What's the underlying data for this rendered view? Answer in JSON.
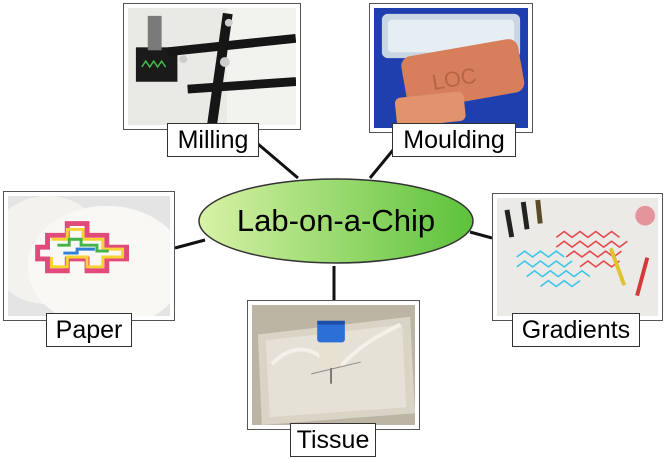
{
  "hub": {
    "label": "Lab-on-a-Chip",
    "color_light": "#d8f2a6",
    "color_dark": "#5cc23a"
  },
  "nodes": [
    {
      "id": "milling",
      "label": "Milling",
      "photo": "black milling fixture on white plate"
    },
    {
      "id": "moulding",
      "label": "Moulding",
      "photo": "orange moulded chip on blue background"
    },
    {
      "id": "paper",
      "label": "Paper",
      "photo": "paper discs with coloured channels"
    },
    {
      "id": "gradients",
      "label": "Gradients",
      "photo": "red and blue gradient channels with tubes"
    },
    {
      "id": "tissue",
      "label": "Tissue",
      "photo": "clear chip with blue capped vial"
    }
  ],
  "colors": {
    "connector": "#111111",
    "frame_border": "#555555"
  }
}
